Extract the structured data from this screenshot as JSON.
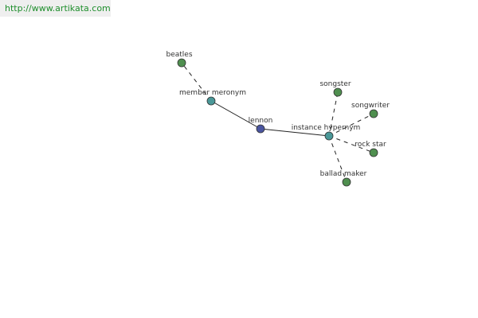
{
  "header": {
    "url_text": "http://www.artikata.com"
  },
  "colors": {
    "center_node": "#4a55a0",
    "relation_node": "#4a9898",
    "leaf_node": "#4f8f4f",
    "node_stroke": "#333333",
    "edge": "#222222",
    "link_text": "#1e8e2c"
  },
  "graph": {
    "center": {
      "label": "lennon"
    },
    "relations": [
      {
        "id": "member-meronym",
        "label": "member meronym",
        "leaves": [
          {
            "id": "beatles",
            "label": "beatles"
          }
        ]
      },
      {
        "id": "instance-hypernym",
        "label": "instance hypernym",
        "leaves": [
          {
            "id": "songster",
            "label": "songster"
          },
          {
            "id": "songwriter",
            "label": "songwriter"
          },
          {
            "id": "rock-star",
            "label": "rock star"
          },
          {
            "id": "ballad-maker",
            "label": "ballad maker"
          }
        ]
      }
    ]
  }
}
